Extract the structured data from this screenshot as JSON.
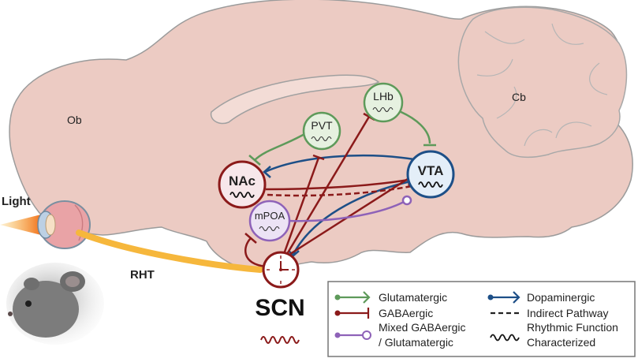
{
  "labels": {
    "ob": "Ob",
    "cb": "Cb",
    "light": "Light",
    "rht": "RHT",
    "scn": "SCN"
  },
  "nodes": {
    "pvt": "PVT",
    "lhb": "LHb",
    "nac": "NAc",
    "vta": "VTA",
    "mpoa": "mPOA"
  },
  "legend": {
    "glutamatergic": "Glutamatergic",
    "gabaergic": "GABAergic",
    "mixed_line1": "Mixed GABAergic",
    "mixed_line2": "/ Glutamatergic",
    "dopaminergic": "Dopaminergic",
    "indirect": "Indirect Pathway",
    "rhythmic_line1": "Rhythmic Function",
    "rhythmic_line2": "Characterized"
  },
  "colors": {
    "glutamatergic": "#5e9a5a",
    "gabaergic": "#8b1a1a",
    "mixed": "#8e62b8",
    "dopaminergic": "#1d4f87",
    "brain_fill": "#eccbc3",
    "rht": "#f6b73c"
  }
}
